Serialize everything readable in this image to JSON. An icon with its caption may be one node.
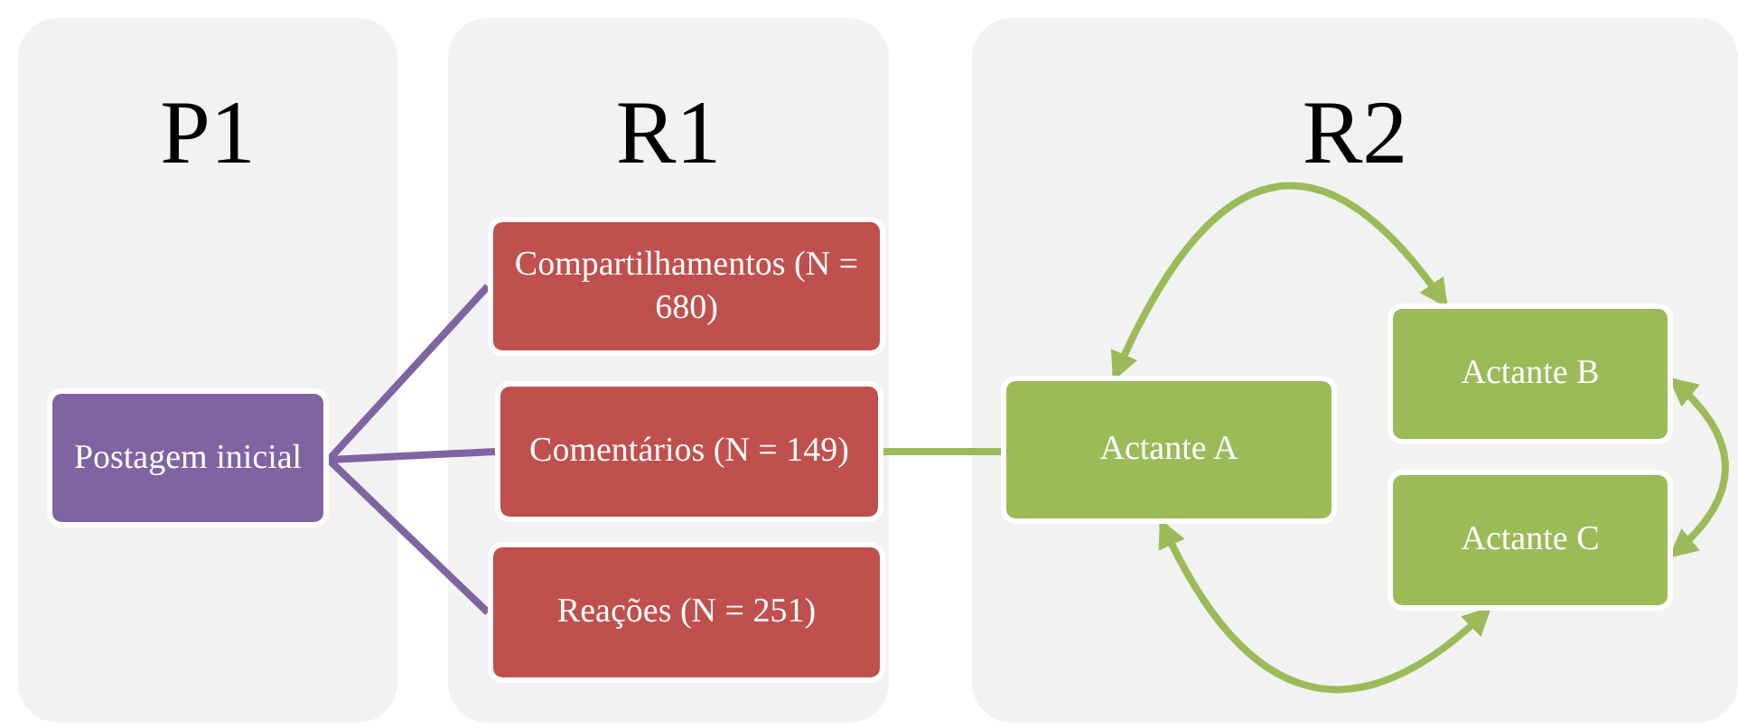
{
  "diagram": {
    "nodes": [
      {
        "text": [
          "P1"
        ]
      },
      {
        "text": [
          "R1"
        ]
      },
      {
        "text": [
          "R2"
        ]
      },
      {
        "text": [
          "Postagem inicial"
        ],
        "in": 0
      },
      {
        "text": [
          "Compartilhamentos (N = 680)"
        ],
        "in": 1
      },
      {
        "text": [
          "Comentários (N = 149)"
        ],
        "in": 1
      },
      {
        "text": [
          "Reações (N = 251)"
        ],
        "in": 1
      },
      {
        "text": [
          "Actante A"
        ],
        "in": 2
      },
      {
        "text": [
          "Actante B"
        ],
        "in": 2
      },
      {
        "text": [
          "Actante C"
        ],
        "in": 2
      }
    ],
    "edges": [
      {
        "from": 3,
        "to": 4,
        "arrow": "none"
      },
      {
        "from": 3,
        "to": 5,
        "arrow": "none"
      },
      {
        "from": 3,
        "to": 6,
        "arrow": "none"
      },
      {
        "from": 5,
        "to": 7,
        "arrow": "none",
        "color": "#9bbb59"
      },
      {
        "from": 7,
        "to": 8,
        "arrow": "both",
        "color": "#9bbb59"
      },
      {
        "from": 8,
        "to": 9,
        "arrow": "both",
        "color": "#9bbb59"
      },
      {
        "from": 7,
        "to": 9,
        "arrow": "both",
        "color": "#9bbb59"
      }
    ]
  }
}
